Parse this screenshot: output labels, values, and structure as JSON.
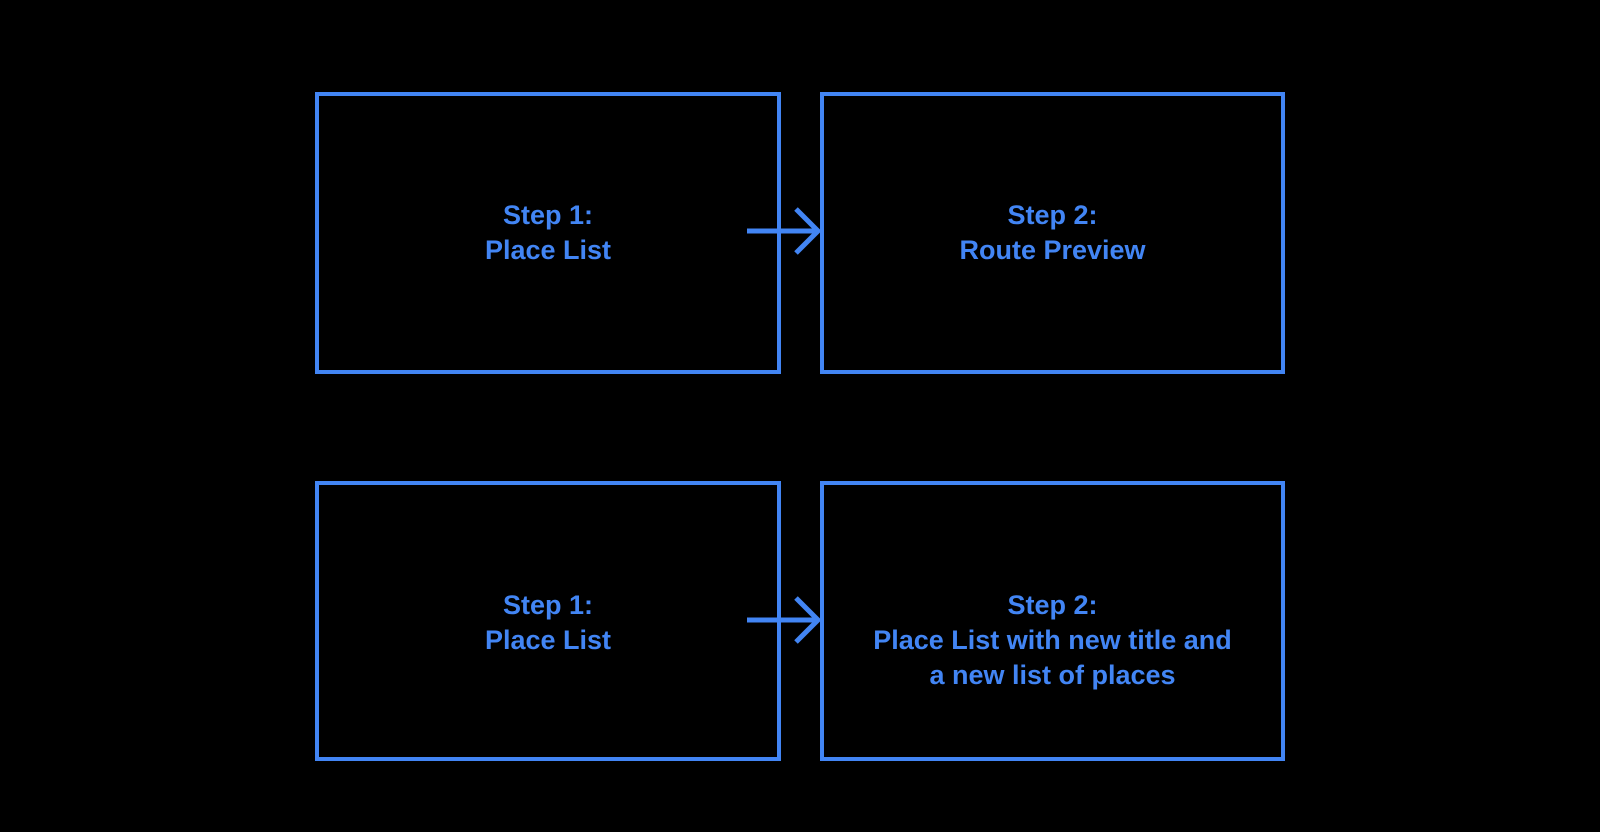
{
  "page": {
    "background": "#000000"
  },
  "diagram": {
    "accent": "#4285F4",
    "flows": [
      {
        "boxes": [
          {
            "lines": [
              "Step 1:",
              "Place List"
            ]
          },
          {
            "lines": [
              "Step 2:",
              "Route Preview"
            ]
          }
        ],
        "connector": {
          "icon": "arrow-right-icon"
        }
      },
      {
        "boxes": [
          {
            "lines": [
              "Step 1:",
              "Place List"
            ]
          },
          {
            "lines": [
              "Step 2:",
              "Place List with new title and",
              "a new list of places"
            ]
          }
        ],
        "connector": {
          "icon": "arrow-right-icon"
        }
      }
    ]
  }
}
